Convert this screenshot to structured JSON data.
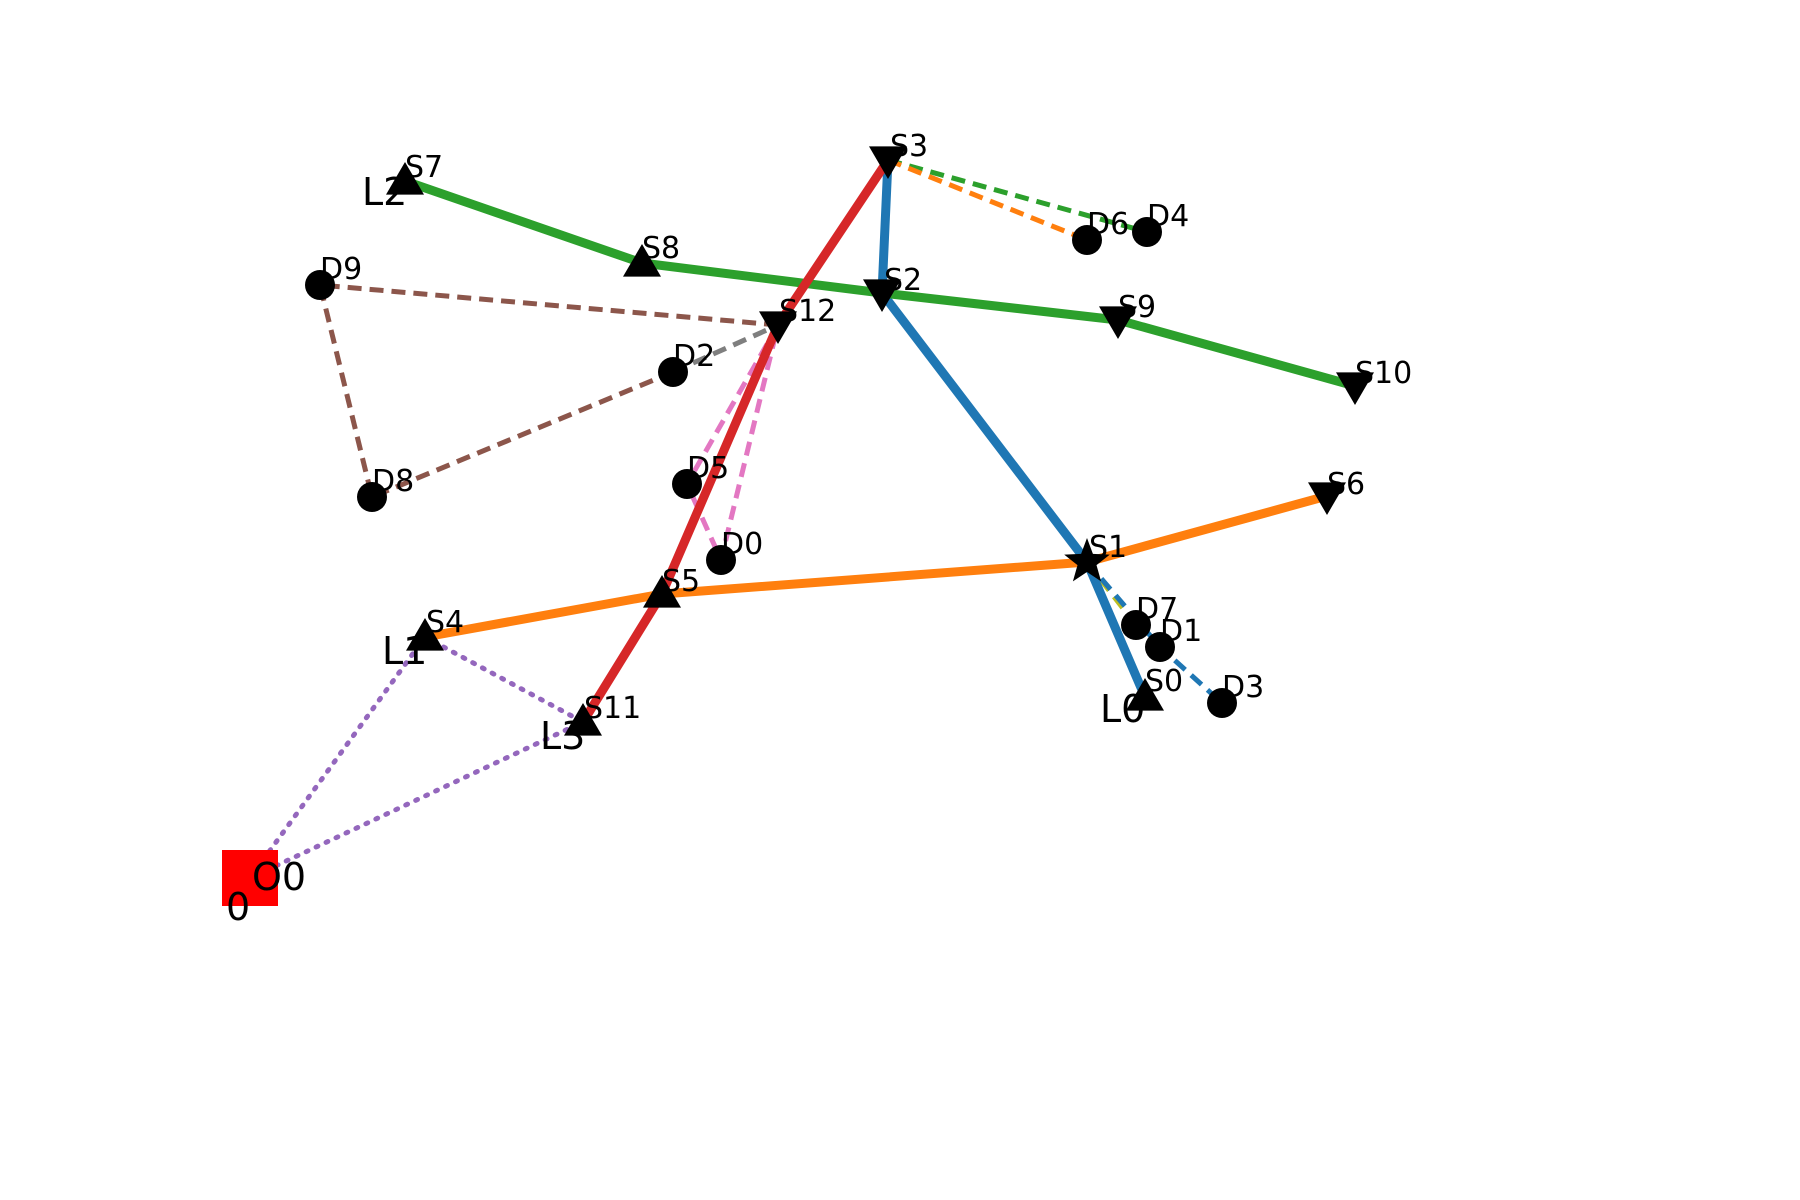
{
  "colors": {
    "blue": "#1f77b4",
    "orange": "#ff7f0e",
    "green": "#2ca02c",
    "red": "#d62728",
    "purple": "#9467bd",
    "brown": "#8c564b",
    "pink": "#e377c2",
    "gray": "#7f7f7f",
    "olive": "#bcbd22",
    "origin_fill": "#ff0000",
    "node_fill": "#000000"
  },
  "origin": {
    "label": "O0",
    "sublabel": "0"
  },
  "nodes": [
    {
      "id": "S0",
      "label": "S0",
      "kind": "triangle-up"
    },
    {
      "id": "S1",
      "label": "S1",
      "kind": "star"
    },
    {
      "id": "S2",
      "label": "S2",
      "kind": "triangle-down"
    },
    {
      "id": "S3",
      "label": "S3",
      "kind": "triangle-down"
    },
    {
      "id": "S4",
      "label": "S4",
      "kind": "triangle-up"
    },
    {
      "id": "S5",
      "label": "S5",
      "kind": "triangle-up"
    },
    {
      "id": "S6",
      "label": "S6",
      "kind": "triangle-down"
    },
    {
      "id": "S7",
      "label": "S7",
      "kind": "triangle-up"
    },
    {
      "id": "S8",
      "label": "S8",
      "kind": "triangle-up"
    },
    {
      "id": "S9",
      "label": "S9",
      "kind": "triangle-down"
    },
    {
      "id": "S10",
      "label": "S10",
      "kind": "triangle-down"
    },
    {
      "id": "S11",
      "label": "S11",
      "kind": "triangle-up"
    },
    {
      "id": "S12",
      "label": "S12",
      "kind": "triangle-down"
    },
    {
      "id": "D0",
      "label": "D0",
      "kind": "circle"
    },
    {
      "id": "D1",
      "label": "D1",
      "kind": "circle"
    },
    {
      "id": "D2",
      "label": "D2",
      "kind": "circle"
    },
    {
      "id": "D3",
      "label": "D3",
      "kind": "circle"
    },
    {
      "id": "D4",
      "label": "D4",
      "kind": "circle"
    },
    {
      "id": "D5",
      "label": "D5",
      "kind": "circle"
    },
    {
      "id": "D6",
      "label": "D6",
      "kind": "circle"
    },
    {
      "id": "D7",
      "label": "D7",
      "kind": "circle"
    },
    {
      "id": "D8",
      "label": "D8",
      "kind": "circle"
    },
    {
      "id": "D9",
      "label": "D9",
      "kind": "circle"
    }
  ],
  "lines": [
    {
      "label": "L0",
      "color": "blue",
      "path": [
        "S0",
        "S1",
        "S2",
        "S3"
      ]
    },
    {
      "label": "L1",
      "color": "orange",
      "path": [
        "S4",
        "S5",
        "S1",
        "S6"
      ]
    },
    {
      "label": "L2",
      "color": "green",
      "path": [
        "S7",
        "S8",
        "S2",
        "S9",
        "S10"
      ]
    },
    {
      "label": "L3",
      "color": "red",
      "path": [
        "S11",
        "S5",
        "S12",
        "S3"
      ]
    }
  ],
  "dashed_links": [
    {
      "color": "green",
      "path": [
        "S3",
        "D4"
      ]
    },
    {
      "color": "orange",
      "path": [
        "S3",
        "D6"
      ]
    },
    {
      "color": "brown",
      "path": [
        "S12",
        "D9",
        "D8",
        "D2"
      ]
    },
    {
      "color": "gray",
      "path": [
        "D2",
        "S12"
      ]
    },
    {
      "color": "pink",
      "path": [
        "S12",
        "D5",
        "D0",
        "S12"
      ]
    },
    {
      "color": "olive",
      "path": [
        "S1",
        "D7"
      ]
    },
    {
      "color": "blue",
      "path": [
        "S1",
        "D1",
        "D3"
      ]
    }
  ],
  "dotted_links": [
    {
      "color": "purple",
      "path": [
        "O0",
        "S4",
        "S11",
        "O0"
      ]
    }
  ]
}
